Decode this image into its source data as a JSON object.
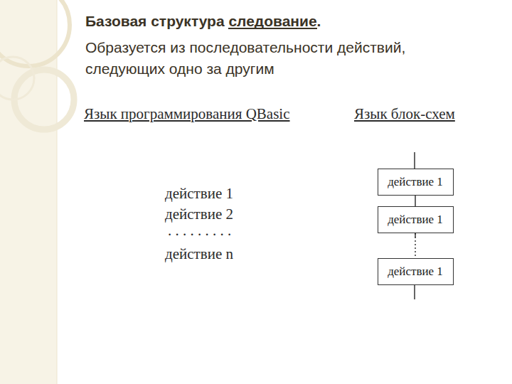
{
  "diagram": {
    "title": "Базовая структура следование.",
    "nodes": [
      {
        "text": [
          "действие 1"
        ]
      },
      {
        "text": [
          "действие 1"
        ]
      },
      {
        "text": [
          "действие 1"
        ]
      }
    ],
    "edges": [
      {
        "from": 0,
        "to": 1,
        "arrow": "none"
      },
      {
        "from": 1,
        "to": 2,
        "arrow": "none"
      }
    ],
    "labels": [
      "Образуется из последовательности действий, следующих одно за другим",
      "Язык программирования QBasic",
      "Язык блок-схем",
      "действие 1",
      "действие 2",
      ". . . . . . . . .",
      "действие n"
    ]
  }
}
